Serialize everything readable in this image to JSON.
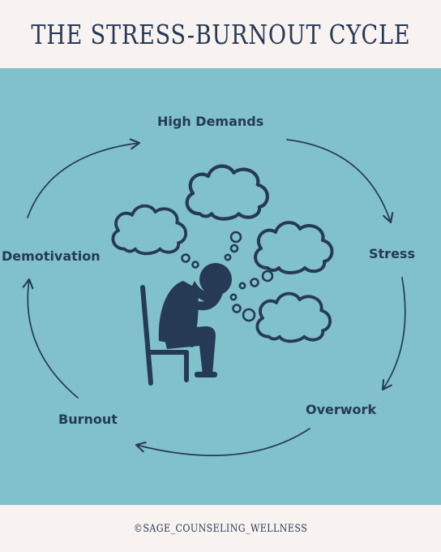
{
  "header": {
    "title": "THE STRESS-BURNOUT CYCLE"
  },
  "cycle": {
    "steps": [
      "High Demands",
      "Stress",
      "Overwork",
      "Burnout",
      "Demotivation"
    ]
  },
  "footer": {
    "handle": "©SAGE_COUNSELING_WELLNESS"
  },
  "colors": {
    "background": "#f8f3f1",
    "panel": "#80c1cb",
    "ink": "#263a55"
  },
  "icons": [
    "stressed-person-icon",
    "chair-icon",
    "thought-cloud-icon",
    "thought-bubble-icon",
    "cycle-arrow-icon"
  ]
}
